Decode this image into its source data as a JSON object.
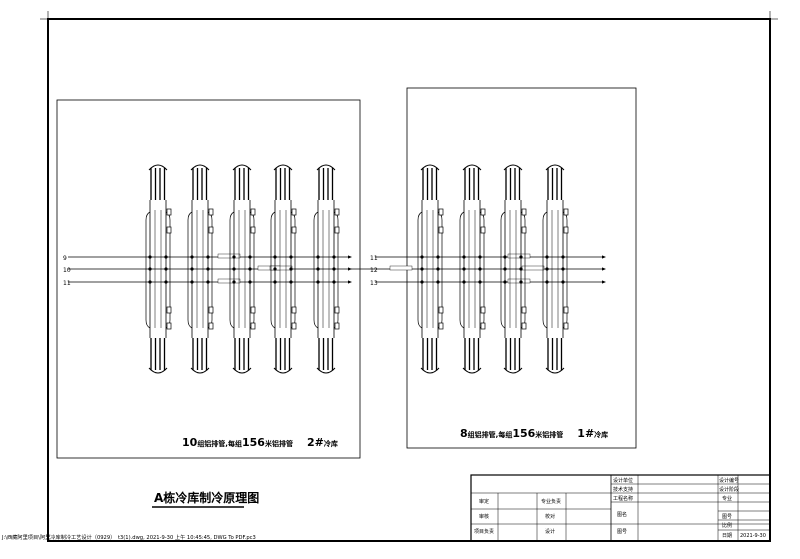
{
  "drawing_title": "A栋冷库制冷原理图",
  "room_left": {
    "caption_a": "10",
    "caption_b": "组铝排管,每组",
    "caption_c": "156",
    "caption_d": "米铝排管",
    "caption_e": "2",
    "caption_f": "#",
    "caption_g": "冷库"
  },
  "room_right": {
    "caption_a": "8",
    "caption_b": "组铝排管,每组",
    "caption_c": "156",
    "caption_d": "米铝排管",
    "caption_e": "1",
    "caption_f": "#",
    "caption_g": "冷库"
  },
  "pipe_labels": {
    "left": [
      "9",
      "10",
      "11"
    ],
    "right": [
      "11",
      "12",
      "13"
    ]
  },
  "title_block": {
    "shenhe": "审定",
    "zhuanye_fuze": "专业负责",
    "shenhe2": "审核",
    "jiaodui": "校对",
    "xiangmu_fuze": "项目负责",
    "sheji": "设计",
    "sheji_danwei": "设计单位",
    "jishu_zhichi": "技术支持",
    "gongcheng_mingcheng": "工程名称",
    "tuming": "图名",
    "tuhao": "图号",
    "sheji_bianhao": "设计编号",
    "sheji_jieduan": "设计阶段",
    "zhuanye": "专业",
    "tuhao2": "图号",
    "bili": "比例",
    "riqi": "日期",
    "riqi_value": "2021-9-30"
  },
  "footer_path": "J:\\西藏阿里项目\\阿里冷库制冷工艺设计（0929）_t3(1).dwg, 2021-9-30 上午 10:45:45, DWG To PDF.pc3"
}
